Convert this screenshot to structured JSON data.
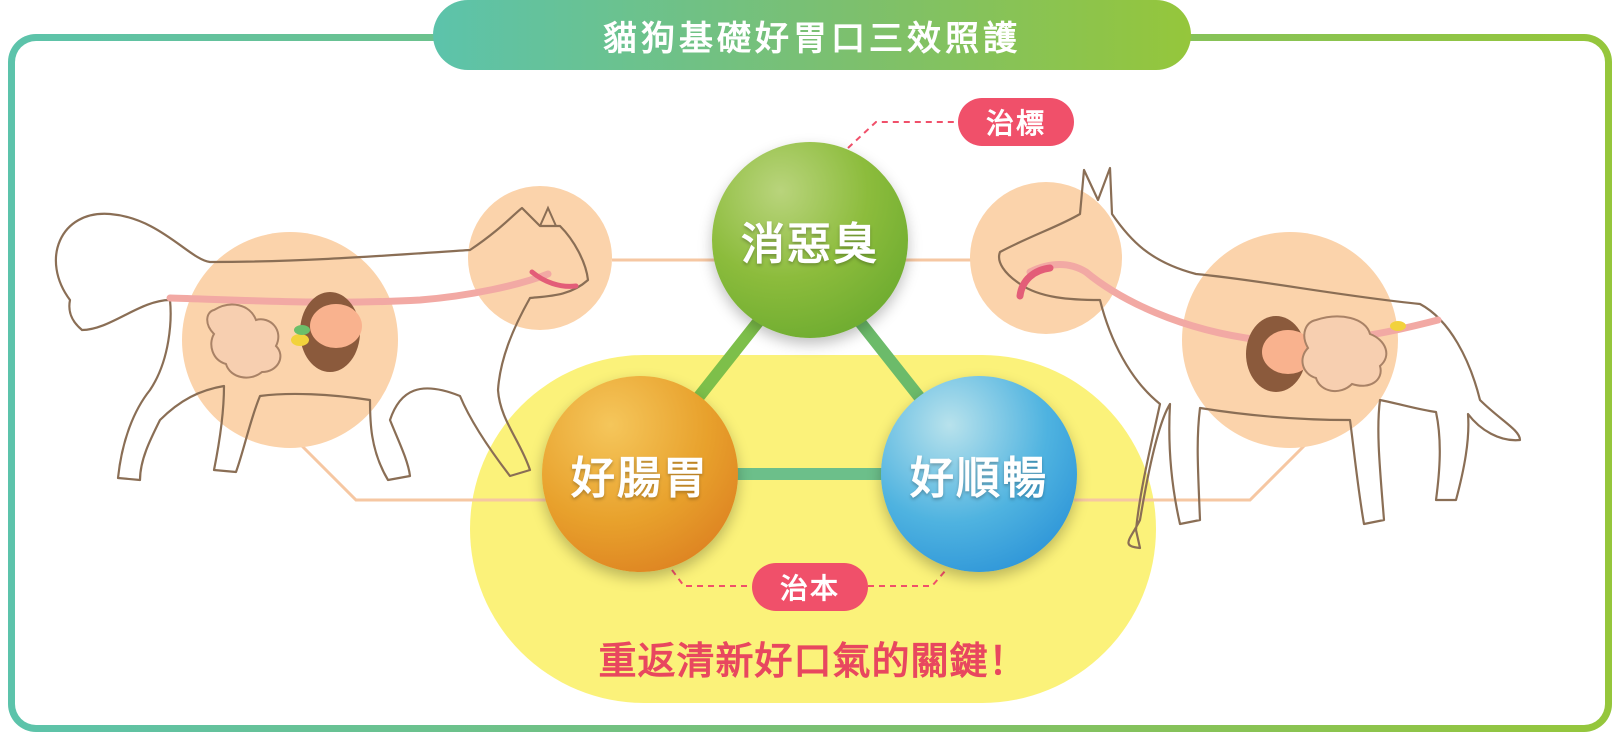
{
  "header": {
    "title": "貓狗基礎好胃口三效照護"
  },
  "nodes": {
    "top": "消惡臭",
    "left": "好腸胃",
    "right": "好順暢"
  },
  "tags": {
    "symptom": "治標",
    "root": "治本"
  },
  "slogan": "重返清新好口氣的關鍵！",
  "colors": {
    "frame_start": "#5cc3ab",
    "frame_end": "#95c63b",
    "tag": "#f0506a",
    "slogan": "#e8475f",
    "highlight": "#fbf27a",
    "organ_bg": "#fbd3ab"
  }
}
